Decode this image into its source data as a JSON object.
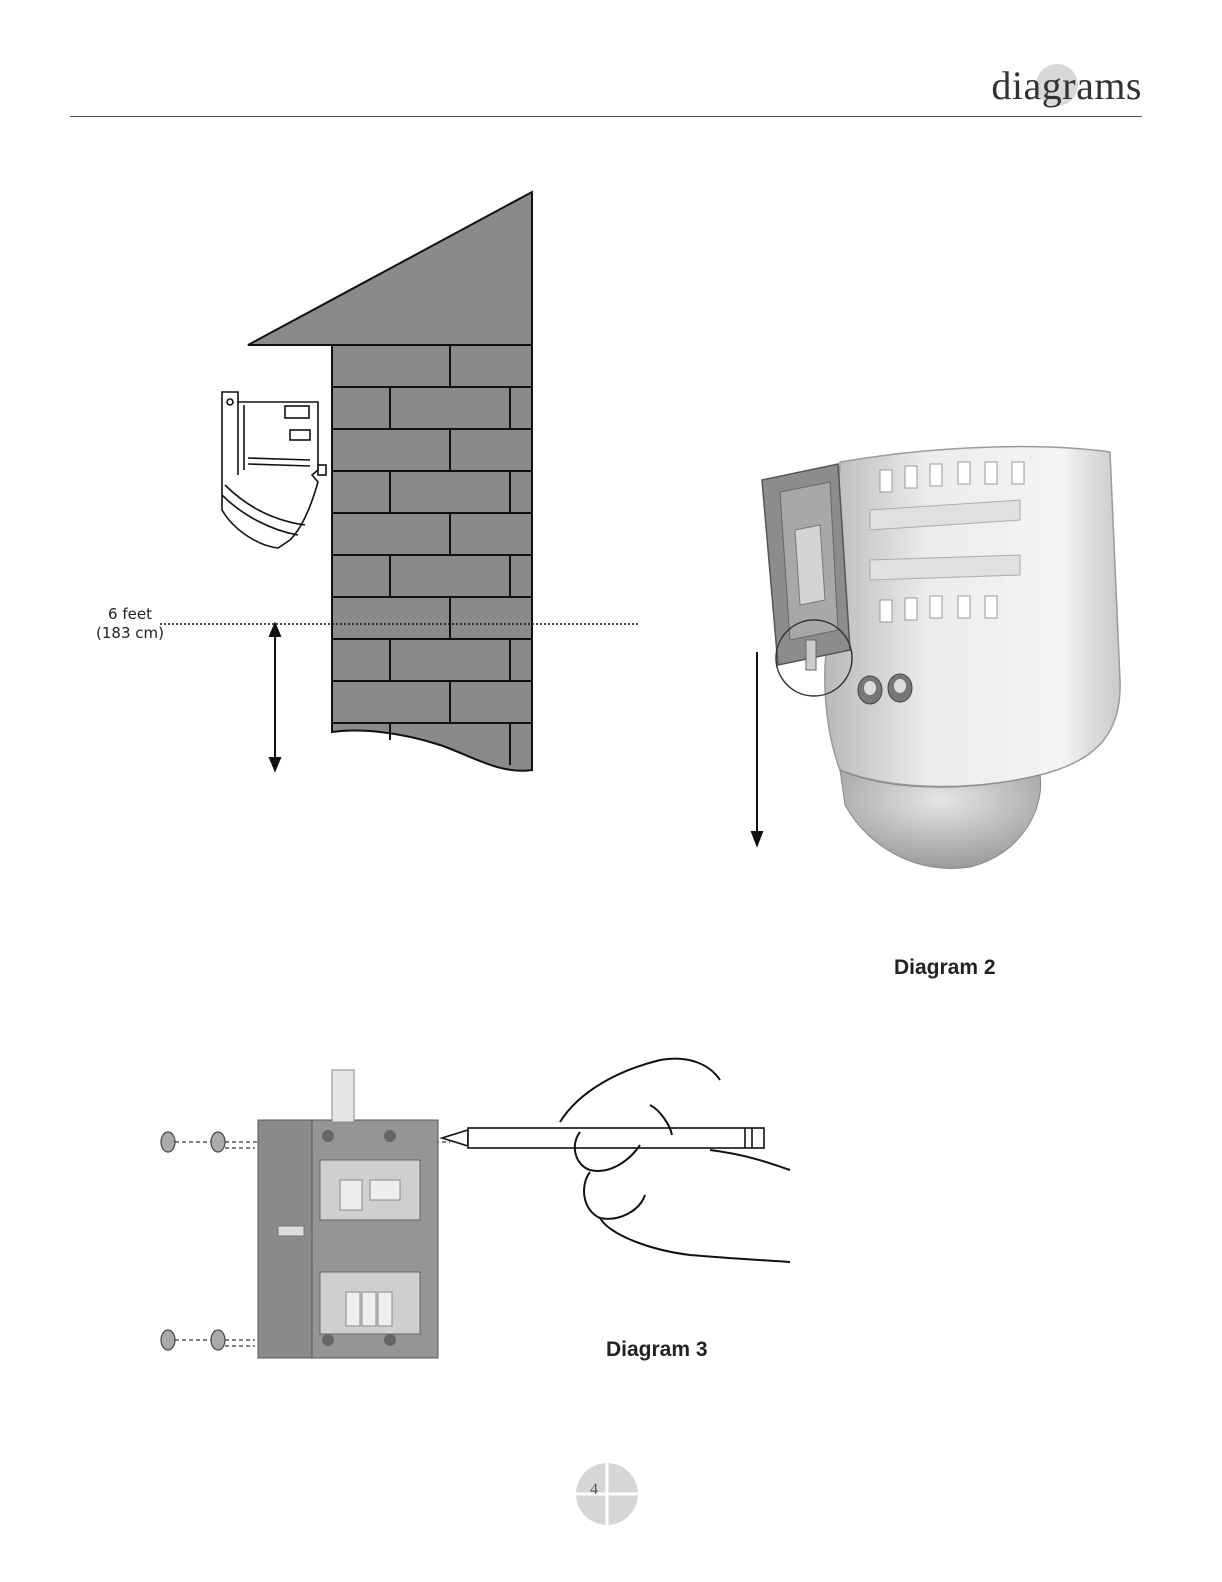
{
  "header": {
    "title": "diagrams"
  },
  "diagram1": {
    "height_label_line1": "6 feet",
    "height_label_line2": "(183 cm)"
  },
  "diagram2": {
    "caption": "Diagram 2"
  },
  "diagram3": {
    "caption": "Diagram 3"
  },
  "footer": {
    "page_number": "4"
  }
}
